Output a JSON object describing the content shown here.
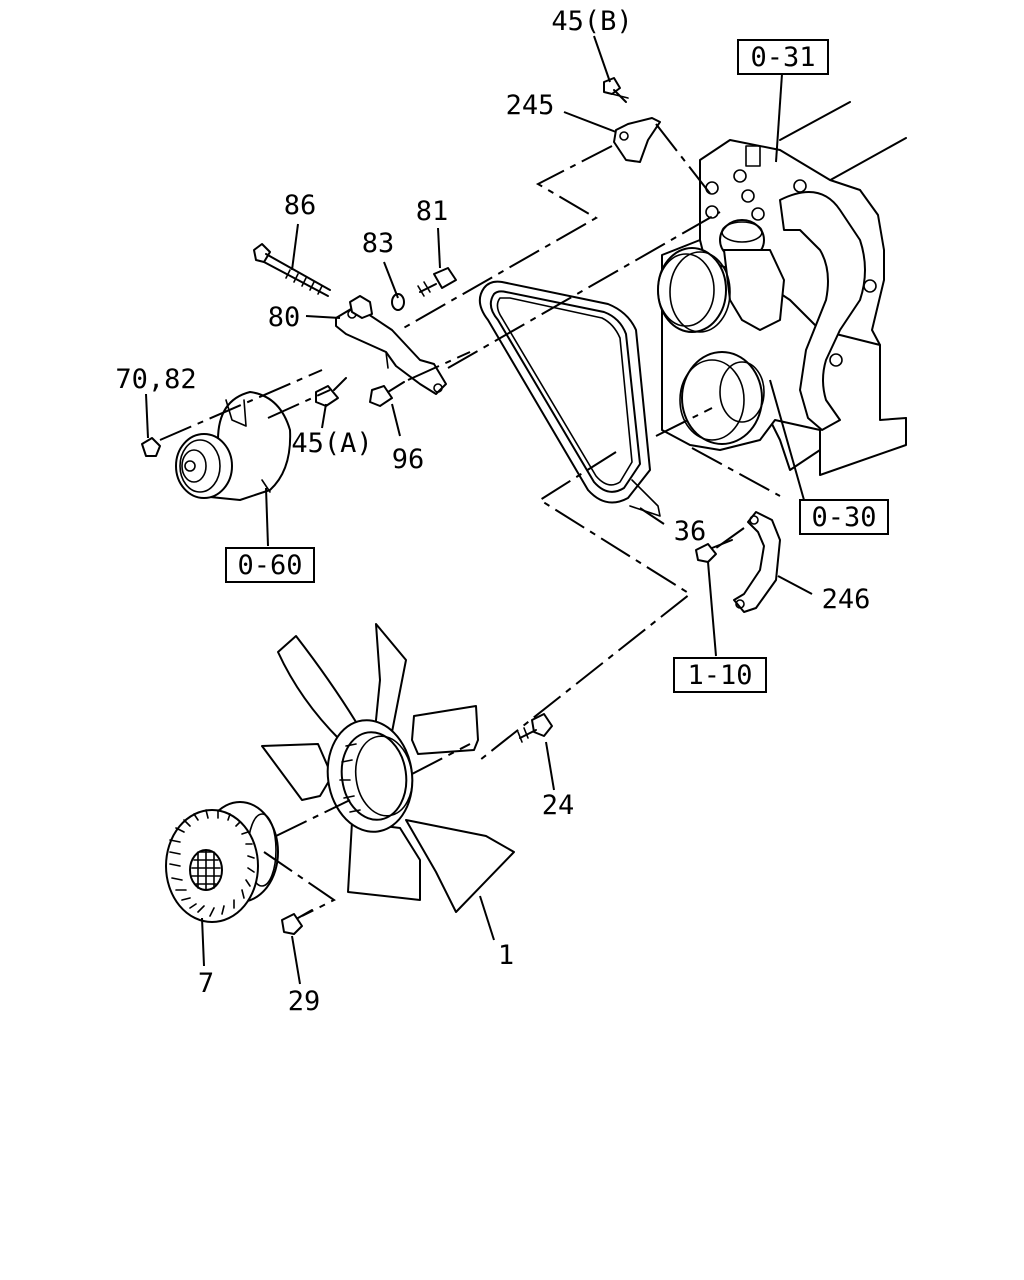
{
  "callouts": {
    "c45b": "45(B)",
    "c245": "245",
    "c86": "86",
    "c83": "83",
    "c81": "81",
    "c80": "80",
    "c7082": "70,82",
    "c45a": "45(A)",
    "c96": "96",
    "c36": "36",
    "c246": "246",
    "c24": "24",
    "c1": "1",
    "c7": "7",
    "c29": "29"
  },
  "refs": {
    "r031": "0-31",
    "r030": "0-30",
    "r060": "0-60",
    "r110": "1-10"
  }
}
